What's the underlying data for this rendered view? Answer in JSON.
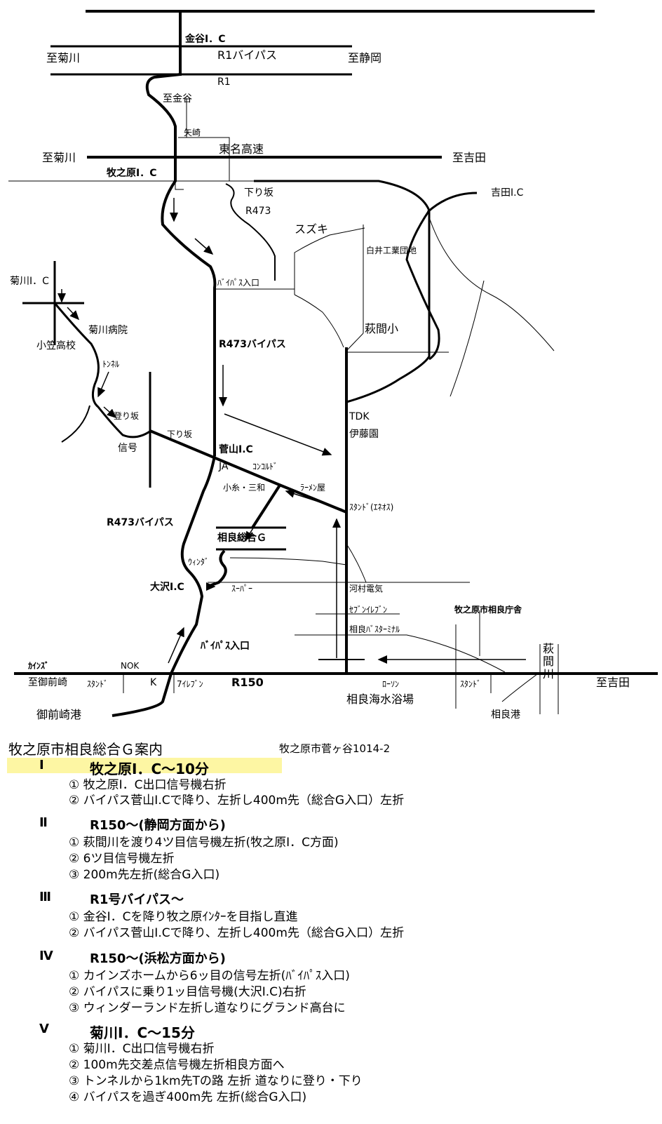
{
  "map": {
    "labels": {
      "kanaya_ic": "金谷I．C",
      "to_kikugawa_1": "至菊川",
      "r1_bypass": "R1バイパス",
      "to_shizuoka": "至静岡",
      "r1": "R1",
      "to_kanaya": "至金谷",
      "yazaki": "矢崎",
      "to_kikugawa_2": "至菊川",
      "tomei": "東名高速",
      "to_yoshida_1": "至吉田",
      "makinohara_ic": "牧之原I．C",
      "kudarizaka_1": "下り坂",
      "r473": "R473",
      "suzuki": "スズキ",
      "yoshida_ic": "吉田I.C",
      "shirai": "白井工業団地",
      "kikugawa_ic": "菊川I．C",
      "bypass_iriguchi_1": "ﾊﾞｲﾊﾟｽ入口",
      "kikugawa_hospital": "菊川病院",
      "hagima_sho": "萩間小",
      "ogasa_hs": "小笠高校",
      "r473_bypass_1": "R473バイパス",
      "tunnel": "ﾄﾝﾈﾙ",
      "noborizaka": "登り坂",
      "tdk": "TDK",
      "itoen": "伊藤園",
      "shingo": "信号",
      "kudarizaka_2": "下り坂",
      "sugeyama_ic": "菅山I.C",
      "ja": "JA",
      "concordo": "ｺﾝｺﾙﾄﾞ",
      "koito": "小糸・三和",
      "ramen": "ﾗｰﾒﾝ屋",
      "stand_eneos": "ｽﾀﾝﾄﾞ(ｴﾈｵｽ)",
      "r473_bypass_2": "R473バイパス",
      "sagara_g": "相良総合Ｇ",
      "winder": "ｳｨﾝﾀﾞ",
      "osawa_ic": "大沢I.C",
      "super": "ｽｰﾊﾟｰ",
      "kawamura": "河村電気",
      "seven_1": "ｾﾌﾞﾝｲﾚﾌﾞﾝ",
      "sagara_bus": "相良ﾊﾞｽﾀｰﾐﾅﾙ",
      "city_office": "牧之原市相良庁舎",
      "bypass_iriguchi_2": "ﾊﾞｲﾊﾟｽ入口",
      "cainz": "ｶｲﾝｽﾞ",
      "nok": "NOK",
      "to_omaezaki": "至御前崎",
      "stand_1": "ｽﾀﾝﾄﾞ",
      "k": "K",
      "seven_2": "7ｲﾚﾌﾞﾝ",
      "r150": "R150",
      "lawson": "ﾛｰｿﾝ",
      "stand_2": "ｽﾀﾝﾄﾞ",
      "hagima_river": "萩間川",
      "to_yoshida_2": "至吉田",
      "sagara_beach": "相良海水浴場",
      "omaezaki_port": "御前崎港",
      "sagara_port": "相良港"
    }
  },
  "guide": {
    "title": "牧之原市相良総合Ｇ案内",
    "address": "牧之原市菅ヶ谷1014-2",
    "sections": [
      {
        "numeral": "Ⅰ",
        "heading": "牧之原I．C～10分",
        "items": [
          "① 牧之原I．C出口信号機右折",
          "② バイパス菅山I.Cで降り、左折し400m先（総合G入口）左折"
        ]
      },
      {
        "numeral": "Ⅱ",
        "heading": "R150～(静岡方面から)",
        "items": [
          "① 萩間川を渡り4ツ目信号機左折(牧之原I．C方面)",
          "② 6ツ目信号機左折",
          "③ 200m先左折(総合G入口)"
        ]
      },
      {
        "numeral": "Ⅲ",
        "heading": "R1号バイパス～",
        "items": [
          "① 金谷I．Cを降り牧之原ｲﾝﾀｰを目指し直進",
          "② バイパス菅山I.Cで降り、左折し400m先（総合G入口）左折"
        ]
      },
      {
        "numeral": "Ⅳ",
        "heading": "R150～(浜松方面から)",
        "items": [
          "① カインズホームから6ッ目の信号左折(ﾊﾞｲﾊﾟｽ入口)",
          "② バイパスに乗り1ッ目信号機(大沢I.C)右折",
          "③ ウィンダーランド左折し道なりにグランド高台に"
        ]
      },
      {
        "numeral": "Ⅴ",
        "heading": "菊川I．C～15分",
        "items": [
          "① 菊川I．C出口信号機右折",
          "② 100m先交差点信号機左折相良方面へ",
          "③ トンネルから1km先Tの路 左折 道なりに登り・下り",
          "④ バイパスを過ぎ400m先 左折(総合G入口)"
        ]
      }
    ]
  }
}
